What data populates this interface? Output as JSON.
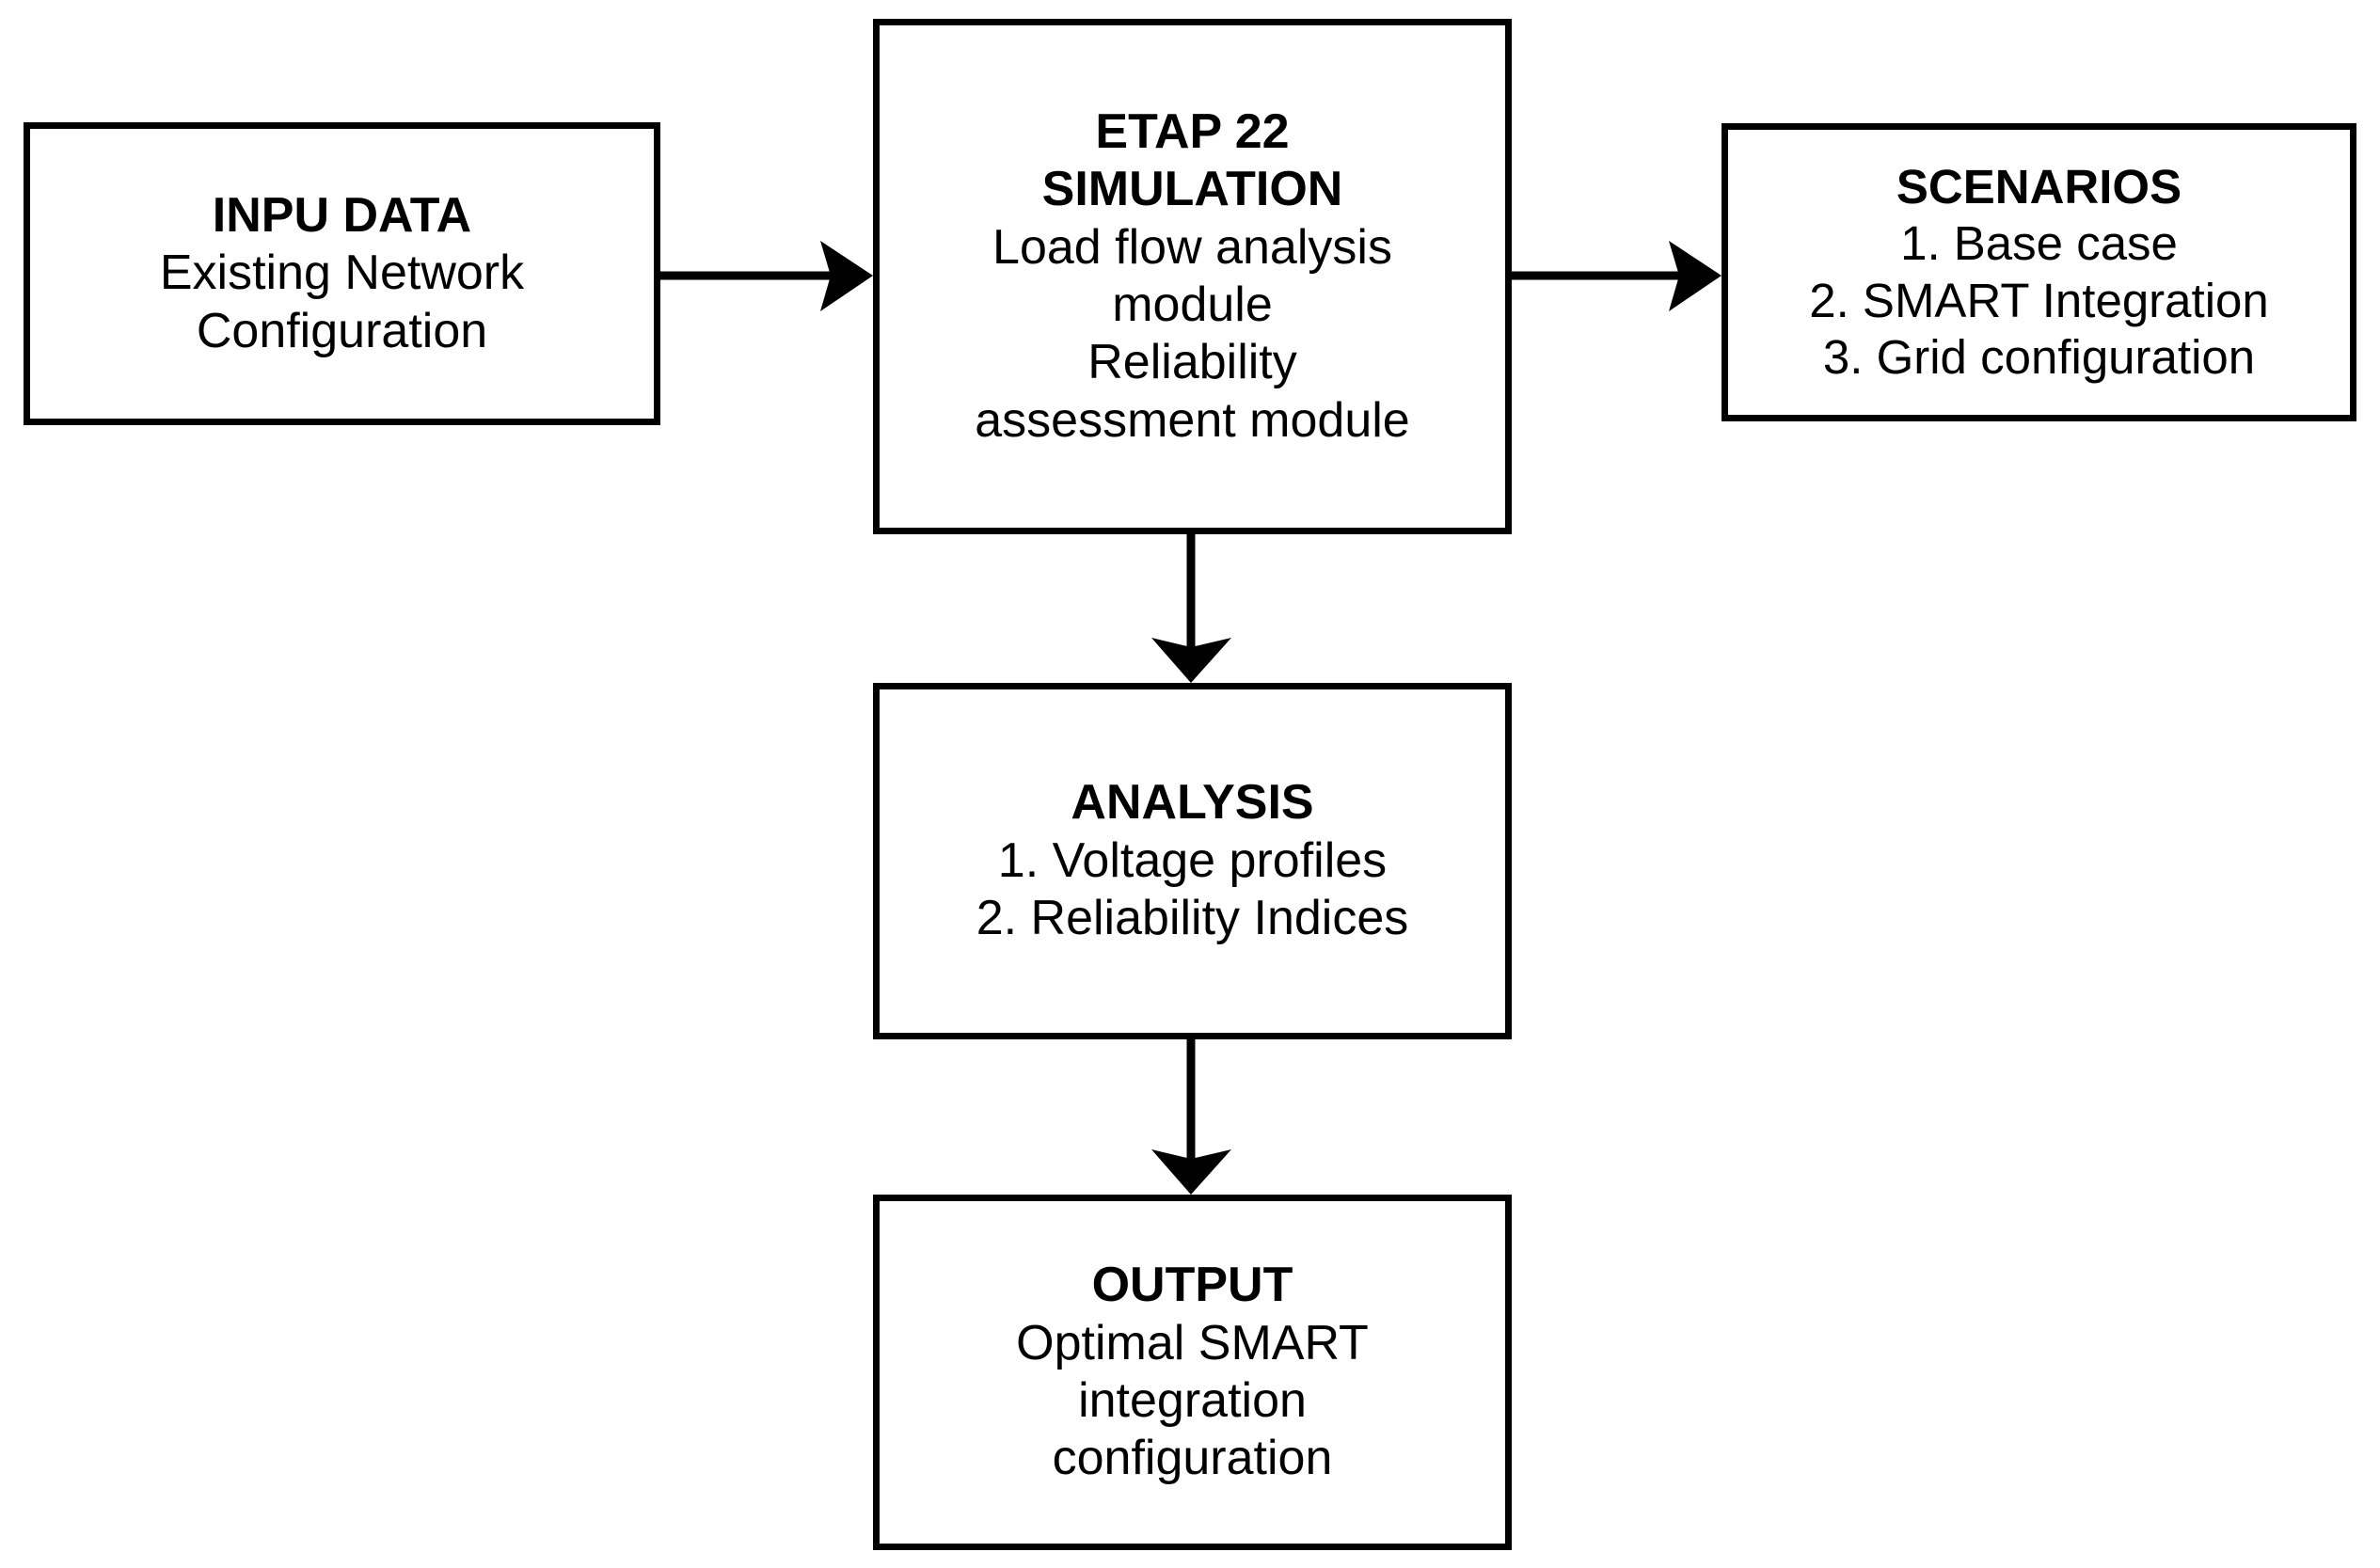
{
  "diagram": {
    "title": "ETAP 22 simulation methodology flowchart",
    "stroke_color": "#000000",
    "background_color": "#ffffff",
    "nodes": [
      {
        "id": "input",
        "name": "input-data",
        "heading": "INPU DATA",
        "lines": [
          "Existing Network",
          "Configuration"
        ]
      },
      {
        "id": "simulation",
        "name": "etap-simulation",
        "heading_line_1": "ETAP 22",
        "heading_line_2": "SIMULATION",
        "lines": [
          "Load flow analysis",
          "module",
          "Reliability",
          "assessment module"
        ]
      },
      {
        "id": "scenarios",
        "name": "scenarios",
        "heading": "SCENARIOS",
        "lines": [
          "1. Base case",
          "2. SMART Integration",
          "3. Grid configuration"
        ]
      },
      {
        "id": "analysis",
        "name": "analysis",
        "heading": "ANALYSIS",
        "lines": [
          "1. Voltage profiles",
          "2. Reliability Indices"
        ]
      },
      {
        "id": "output",
        "name": "output",
        "heading": "OUTPUT",
        "lines": [
          "Optimal SMART",
          "integration",
          "configuration"
        ]
      }
    ],
    "connectors": [
      {
        "id": "input-to-simulation",
        "from": "input",
        "to": "simulation",
        "direction": "right"
      },
      {
        "id": "simulation-to-scenarios",
        "from": "simulation",
        "to": "scenarios",
        "direction": "right"
      },
      {
        "id": "simulation-to-analysis",
        "from": "simulation",
        "to": "analysis",
        "direction": "down"
      },
      {
        "id": "analysis-to-output",
        "from": "analysis",
        "to": "output",
        "direction": "down"
      }
    ]
  }
}
